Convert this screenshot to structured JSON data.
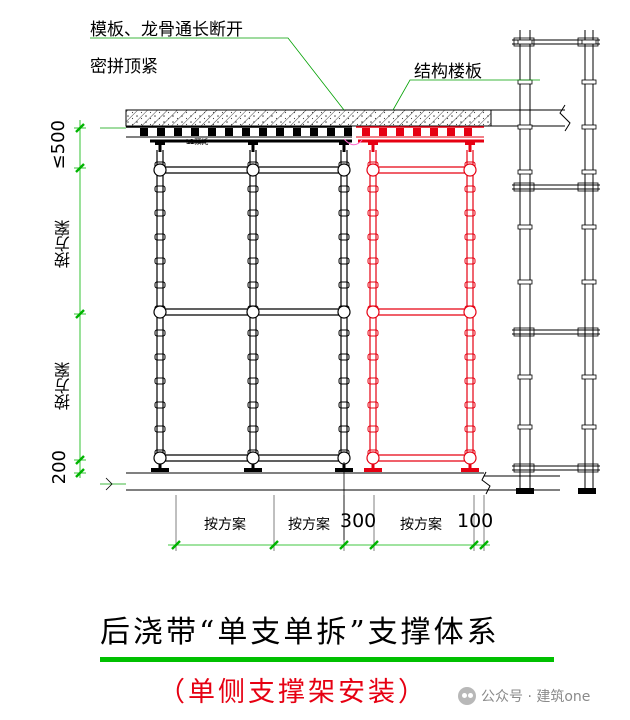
{
  "labels": {
    "formwork_note_line1": "模板、龙骨通长断开",
    "formwork_note_line2": "密拼顶紧",
    "slab": "结构楼板",
    "lamp_mark": "L1顶托",
    "dim_top": "≤500",
    "dim_mid1": "按方案",
    "dim_mid2": "按方案",
    "dim_bottom": "200",
    "dim_h1": "按方案",
    "dim_h2": "按方案",
    "dim_h3": "300",
    "dim_h4": "按方案",
    "dim_h5": "100"
  },
  "title": "后浇带“单支单拆”支撑体系",
  "subtitle": "（单侧支撑架安装）",
  "watermark": {
    "icon": "wechat-icon",
    "text": "公众号 · 建筑one"
  },
  "colors": {
    "black_frame": "#000000",
    "red_frame": "#e60012",
    "dimension": "#00b400",
    "underline": "#00c000",
    "leader": "#00a000"
  }
}
